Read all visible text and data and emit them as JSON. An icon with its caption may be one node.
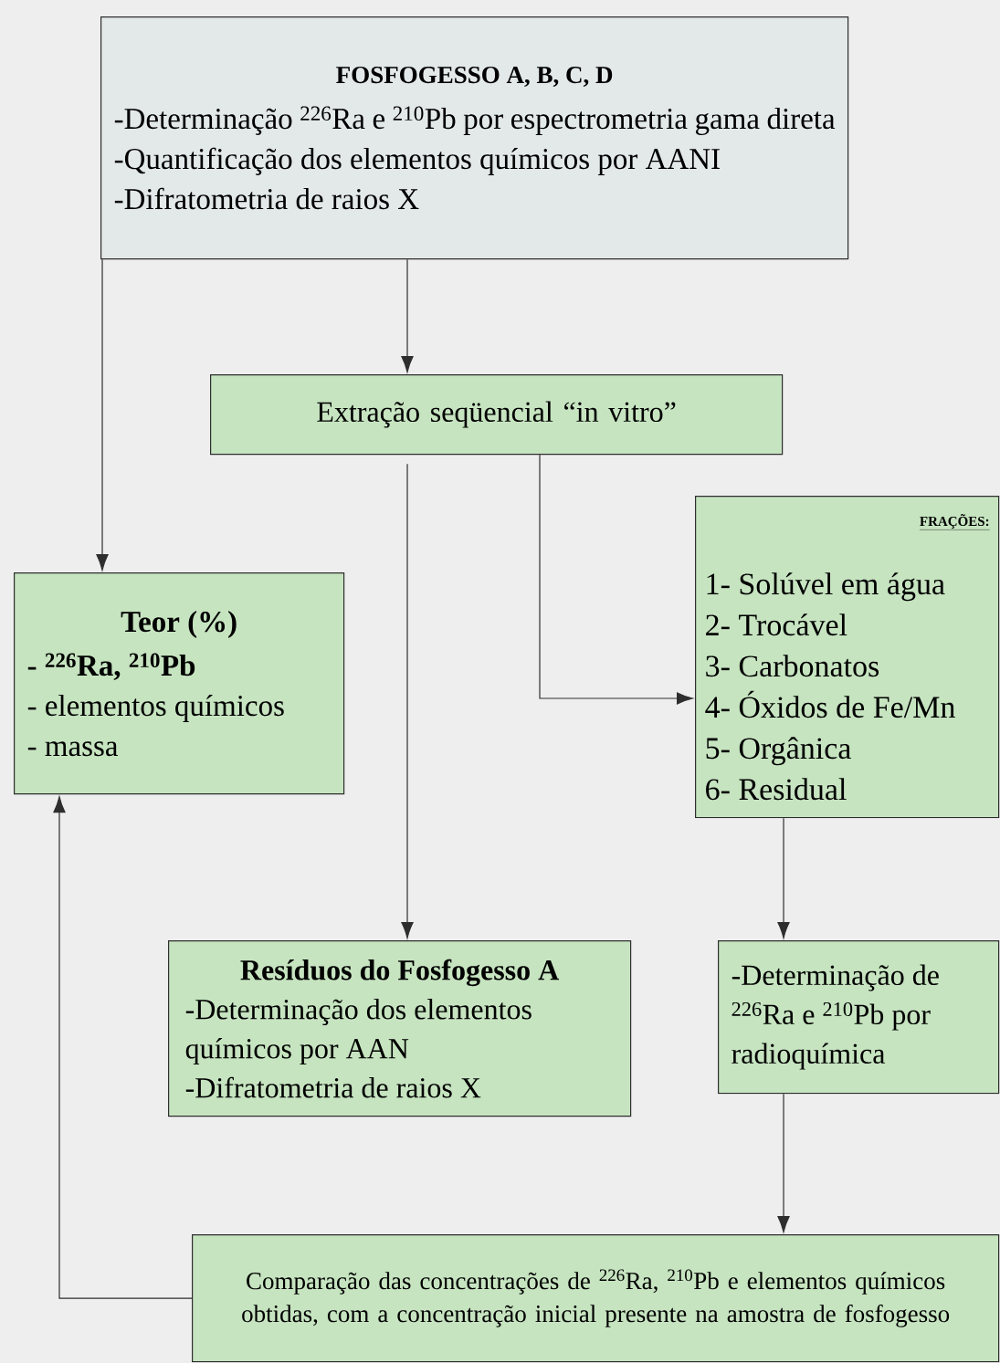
{
  "diagram": {
    "nodes": [
      {
        "text": [
          "FOSFOGESSO A, B, C, D",
          "-Determinação $^{226}$Ra e $^{210}$Pb por espectrometria gama direta",
          "-Quantificação dos elementos químicos por AANI",
          "-Difratometria de raios X"
        ]
      },
      {
        "text": [
          "Extração seqüencial “in vitro”"
        ]
      },
      {
        "text": [
          "Teor (%)",
          "- $^{226}$Ra, $^{210}$Pb",
          "- elementos químicos",
          "- massa"
        ]
      },
      {
        "text": [
          "FRAÇÕES:",
          "1- Solúvel em água",
          "2- Trocável",
          "3- Carbonatos",
          "4- Óxidos de Fe/Mn",
          "5- Orgânica",
          "6- Residual"
        ]
      },
      {
        "text": [
          "Resíduos do Fosfogesso A",
          "-Determinação dos elementos químicos por AAN",
          "-Difratometria de raios X"
        ]
      },
      {
        "text": [
          "-Determinação de $^{226}$Ra e $^{210}$Pb por radioquímica"
        ]
      },
      {
        "text": [
          "Comparação das concentrações de $^{226}$Ra, $^{210}$Pb e elementos químicos obtidas, com a concentração inicial presente na amostra de fosfogesso"
        ]
      }
    ],
    "edges": [
      {
        "from": 0,
        "to": 1,
        "arrow": "to"
      },
      {
        "from": 0,
        "to": 2,
        "arrow": "to"
      },
      {
        "from": 1,
        "to": 4,
        "arrow": "to"
      },
      {
        "from": 1,
        "to": 3,
        "arrow": "to"
      },
      {
        "from": 3,
        "to": 5,
        "arrow": "to"
      },
      {
        "from": 5,
        "to": 6,
        "arrow": "to"
      },
      {
        "from": 6,
        "to": 2,
        "arrow": "to"
      }
    ]
  }
}
